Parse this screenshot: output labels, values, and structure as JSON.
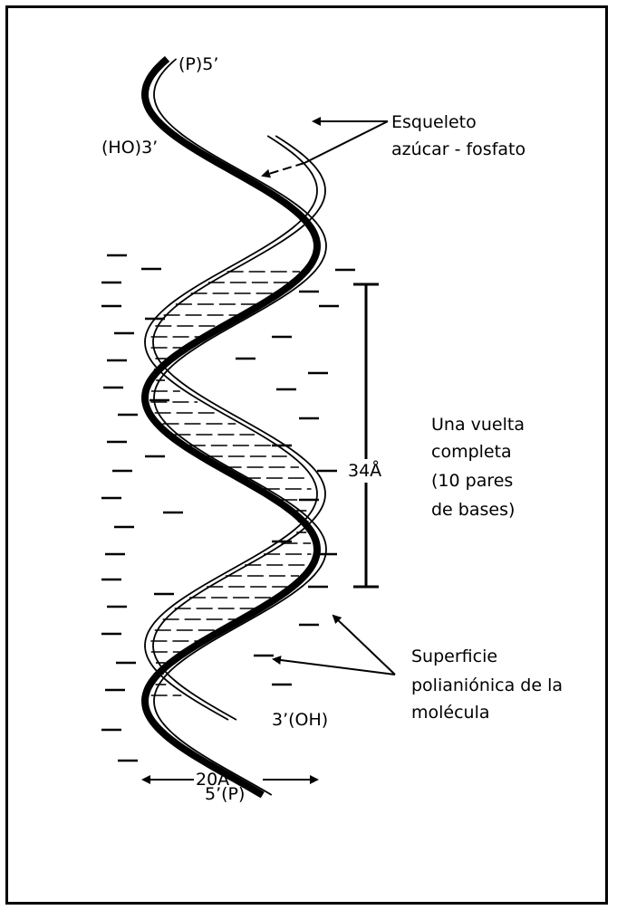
{
  "labels": {
    "p5_top": "(P)5’",
    "ho3_top": "(HO)3’",
    "backbone_line1": "Esqueleto",
    "backbone_line2": "azúcar - fosfato",
    "turn_line1": "Una vuelta",
    "turn_line2": "completa",
    "turn_line3": "(10 pares",
    "turn_line4": "de bases)",
    "pitch": "34Å",
    "surface_line1": "Superficie",
    "surface_line2": "polianiónica de la",
    "surface_line3": "molécula",
    "oh3_bottom": "3’(OH)",
    "p5_bottom": "5’(P)",
    "diameter": "20Å"
  },
  "colors": {
    "ink": "#000000",
    "paper": "#ffffff"
  }
}
